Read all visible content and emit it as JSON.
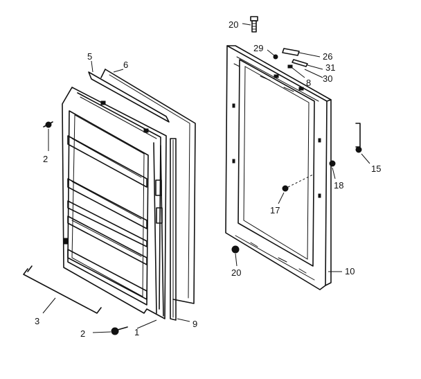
{
  "diagram": {
    "type": "exploded-parts-diagram",
    "callouts": [
      {
        "id": "c-20-top",
        "label": "20",
        "part": "screw"
      },
      {
        "id": "c-29",
        "label": "29",
        "part": "hinge-pin"
      },
      {
        "id": "c-26",
        "label": "26",
        "part": "hinge-bracket"
      },
      {
        "id": "c-31",
        "label": "31",
        "part": "washer"
      },
      {
        "id": "c-30",
        "label": "30",
        "part": "bushing"
      },
      {
        "id": "c-8",
        "label": "8",
        "part": "shim"
      },
      {
        "id": "c-5",
        "label": "5",
        "part": "breaker-strip"
      },
      {
        "id": "c-6",
        "label": "6",
        "part": "door-gasket"
      },
      {
        "id": "c-2-top",
        "label": "2",
        "part": "screw"
      },
      {
        "id": "c-2-bottom",
        "label": "2",
        "part": "screw"
      },
      {
        "id": "c-3",
        "label": "3",
        "part": "door-handle"
      },
      {
        "id": "c-1",
        "label": "1",
        "part": "door-liner"
      },
      {
        "id": "c-9",
        "label": "9",
        "part": "door-trim"
      },
      {
        "id": "c-15",
        "label": "15",
        "part": "handle-bracket"
      },
      {
        "id": "c-18",
        "label": "18",
        "part": "plug-button"
      },
      {
        "id": "c-17",
        "label": "17",
        "part": "screw"
      },
      {
        "id": "c-20-bottom",
        "label": "20",
        "part": "screw"
      },
      {
        "id": "c-10",
        "label": "10",
        "part": "door-frame"
      }
    ]
  }
}
